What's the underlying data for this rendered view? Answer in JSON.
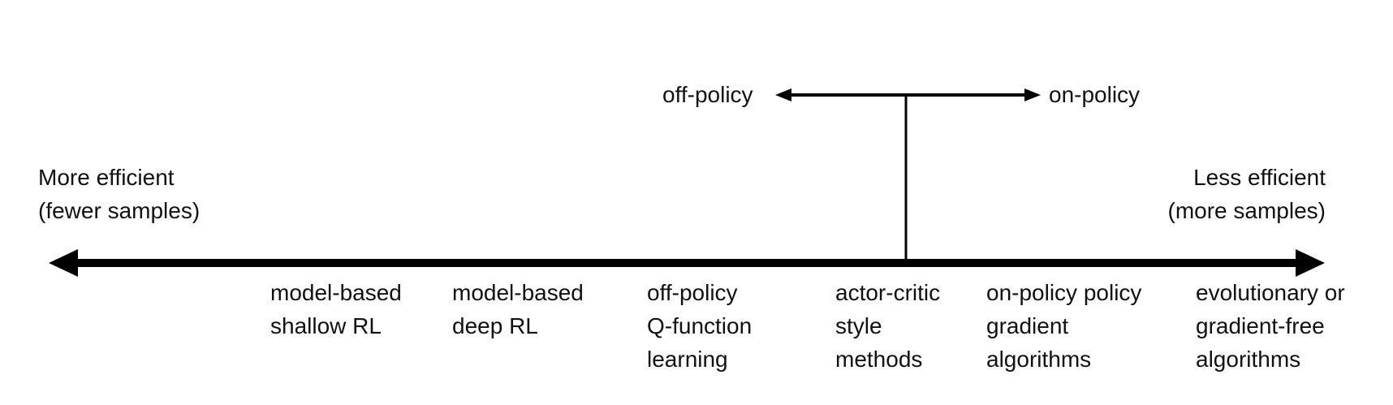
{
  "scale": {
    "left_label": "More efficient\n(fewer samples)",
    "right_label": "Less efficient\n(more samples)"
  },
  "policy_axis": {
    "left_label": "off-policy",
    "right_label": "on-policy"
  },
  "categories": [
    "model-based\nshallow RL",
    "model-based\ndeep RL",
    "off-policy\nQ-function\nlearning",
    "actor-critic\nstyle\nmethods",
    "on-policy policy\ngradient\nalgorithms",
    "evolutionary or\ngradient-free\nalgorithms"
  ],
  "colors": {
    "ink": "#000000",
    "text": "#111111",
    "background": "#ffffff"
  }
}
